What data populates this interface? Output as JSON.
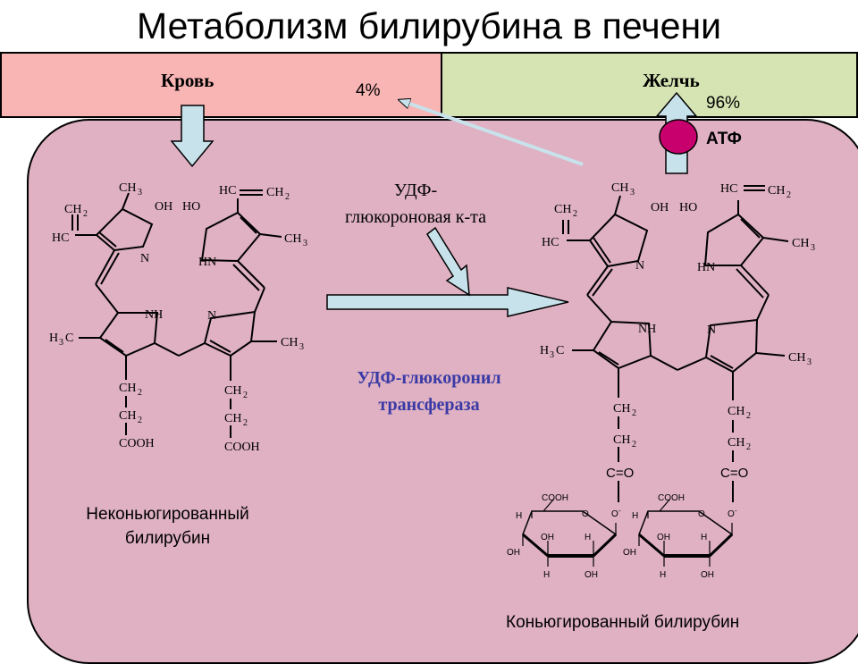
{
  "title": "Метаболизм билирубина в печени",
  "compartments": {
    "blood": "Кровь",
    "bile": "Желчь"
  },
  "percent_blood": "4%",
  "percent_bile": "96%",
  "atp": "АТФ",
  "reagent": {
    "line1": "УДФ-",
    "line2": "глюкороновая к-та"
  },
  "enzyme": {
    "line1": "УДФ-глюкоронил",
    "line2": "трансфераза"
  },
  "captions": {
    "unconjugated_line1": "Неконьюгированный",
    "unconjugated_line2": "билирубин",
    "conjugated": "Коньюгированный билирубин"
  },
  "chem": {
    "CH": "CH",
    "HC": "HC",
    "H3C": "H",
    "sub2": "2",
    "sub3": "3",
    "OH": "OH",
    "HO": "HO",
    "N": "N",
    "NH": "NH",
    "HN": "HN",
    "COOH": "COOH",
    "CO": "C=O",
    "O": "O",
    "Ominus": "O",
    "minus": "-",
    "H": "H",
    "C_atom": "C"
  },
  "colors": {
    "blood": "#f9b4b4",
    "bile": "#d6e4b4",
    "liver": "#dfb1c2",
    "arrow_fill": "#c8e2ec",
    "atp_circle": "#c8006e",
    "enzyme_text": "#3a3aa6"
  }
}
